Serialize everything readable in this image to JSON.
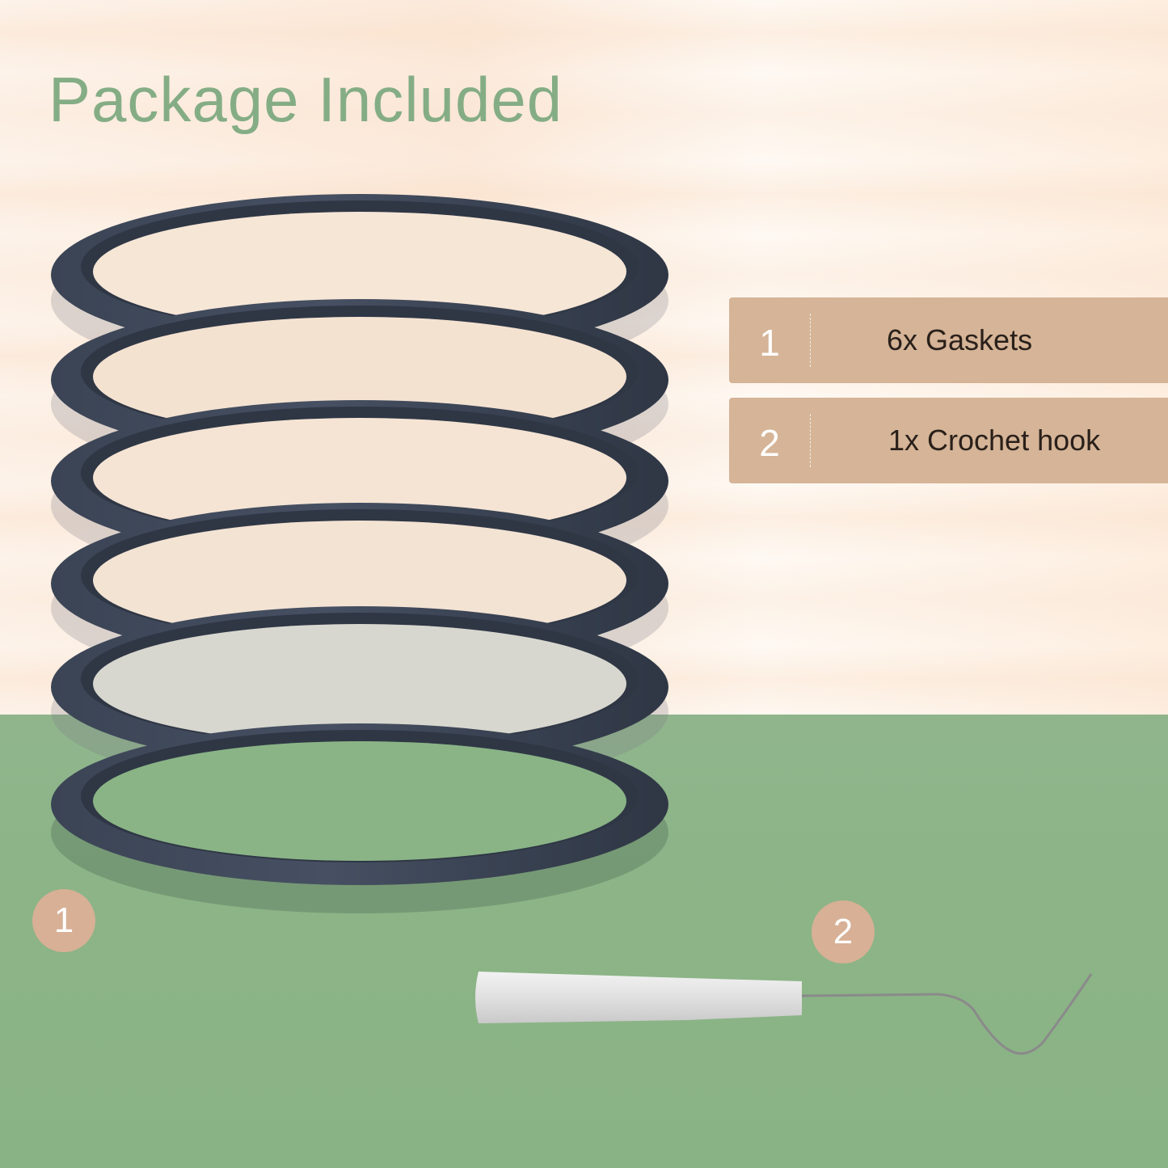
{
  "title": "Package Included",
  "colors": {
    "title_green": "#85ad85",
    "item_bg": "#d5b497",
    "badge_bg": "#d7b095",
    "floor_green": "#8cb487",
    "gasket_dark": "#3a4352",
    "wall_peach": "#fbe9da"
  },
  "items": [
    {
      "number": "1",
      "label": "6x Gaskets"
    },
    {
      "number": "2",
      "label": "1x Crochet hook"
    }
  ],
  "badges": [
    {
      "number": "1",
      "refers_to": "gaskets-image"
    },
    {
      "number": "2",
      "refers_to": "crochet-hook-image"
    }
  ],
  "product_images": {
    "gasket_count": 6,
    "hook_count": 1
  }
}
